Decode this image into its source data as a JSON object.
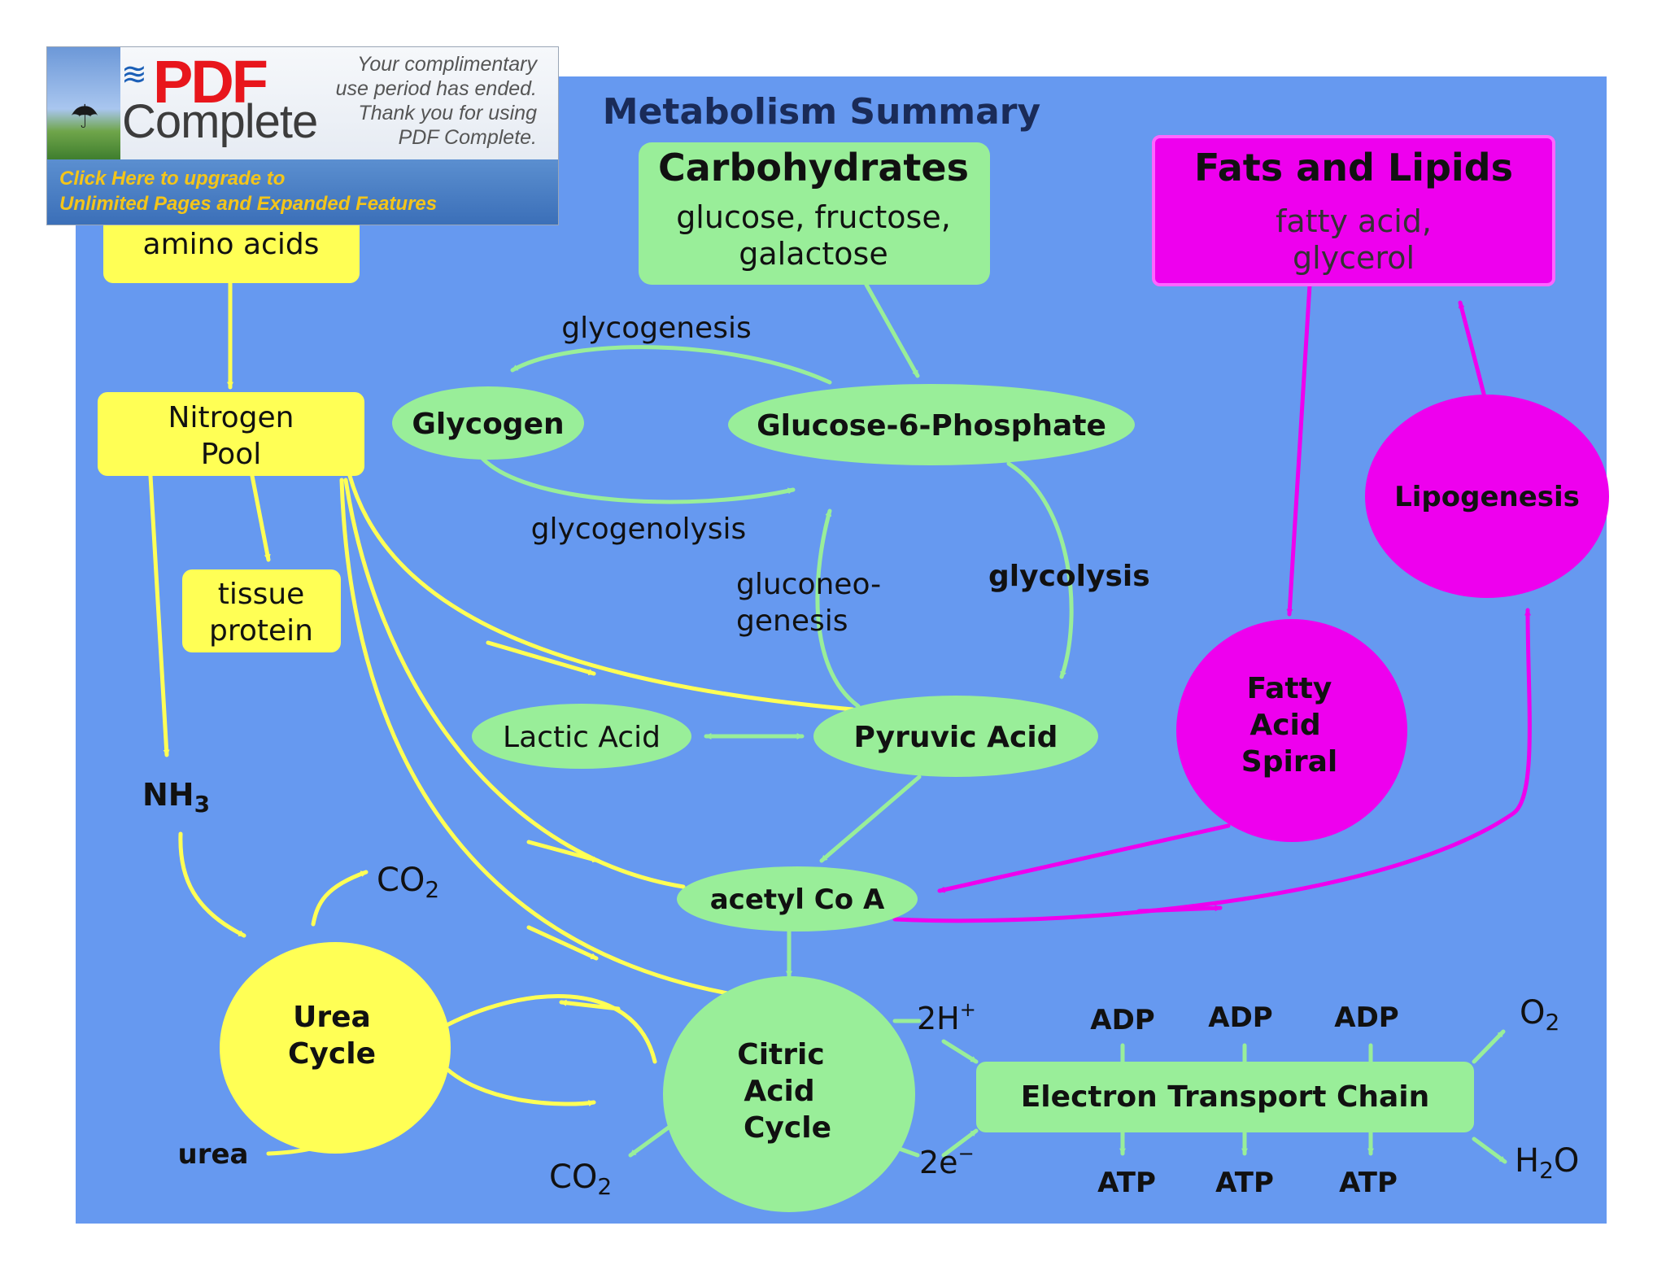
{
  "title": "Metabolism Summary",
  "colors": {
    "background": "#6699f0",
    "green": "#99ee99",
    "yellow": "#ffff55",
    "magenta": "#ee00ee",
    "text": "#111111"
  },
  "nodes": {
    "amino_acids": "amino acids",
    "carbohydrates_title": "Carbohydrates",
    "carbohydrates_line1": "glucose, fructose,",
    "carbohydrates_line2": "galactose",
    "fats_title": "Fats and Lipids",
    "fats_line1": "fatty acid,",
    "fats_line2": "glycerol",
    "nitrogen_pool_line1": "Nitrogen",
    "nitrogen_pool_line2": "Pool",
    "glycogen": "Glycogen",
    "glucose6p": "Glucose-6-Phosphate",
    "lipogenesis": "Lipogenesis",
    "tissue_protein_line1": "tissue",
    "tissue_protein_line2": "protein",
    "lactic_acid": "Lactic Acid",
    "pyruvic_acid": "Pyruvic Acid",
    "fatty_acid_spiral_line1": "Fatty",
    "fatty_acid_spiral_line2": "Acid",
    "fatty_acid_spiral_line3": "Spiral",
    "nh3": "NH",
    "nh3_sub": "3",
    "acetyl_coa": "acetyl Co A",
    "urea_cycle_line1": "Urea",
    "urea_cycle_line2": "Cycle",
    "citric_line1": "Citric",
    "citric_line2": "Acid",
    "citric_line3": "Cycle",
    "etc": "Electron Transport Chain",
    "urea": "urea"
  },
  "labels": {
    "glycogenesis": "glycogenesis",
    "glycogenolysis": "glycogenolysis",
    "gluconeo_line1": "gluconeo-",
    "gluconeo_line2": "genesis",
    "glycolysis": "glycolysis",
    "co2": "CO",
    "co2_sub": "2",
    "h_plus": "2H",
    "h_plus_sup": "+",
    "e_minus": "2e",
    "e_minus_sup": "−",
    "adp": "ADP",
    "atp": "ATP",
    "o2": "O",
    "o2_sub": "2",
    "h2o_h": "H",
    "h2o_sub": "2",
    "h2o_o": "O"
  },
  "banner": {
    "logo_pdf": "PDF",
    "logo_complete": "Complete",
    "message_line1": "Your complimentary",
    "message_line2": "use period has ended.",
    "message_line3": "Thank you for using",
    "message_line4": "PDF Complete.",
    "upgrade_line1": "Click Here to upgrade to",
    "upgrade_line2": "Unlimited Pages and Expanded Features"
  }
}
